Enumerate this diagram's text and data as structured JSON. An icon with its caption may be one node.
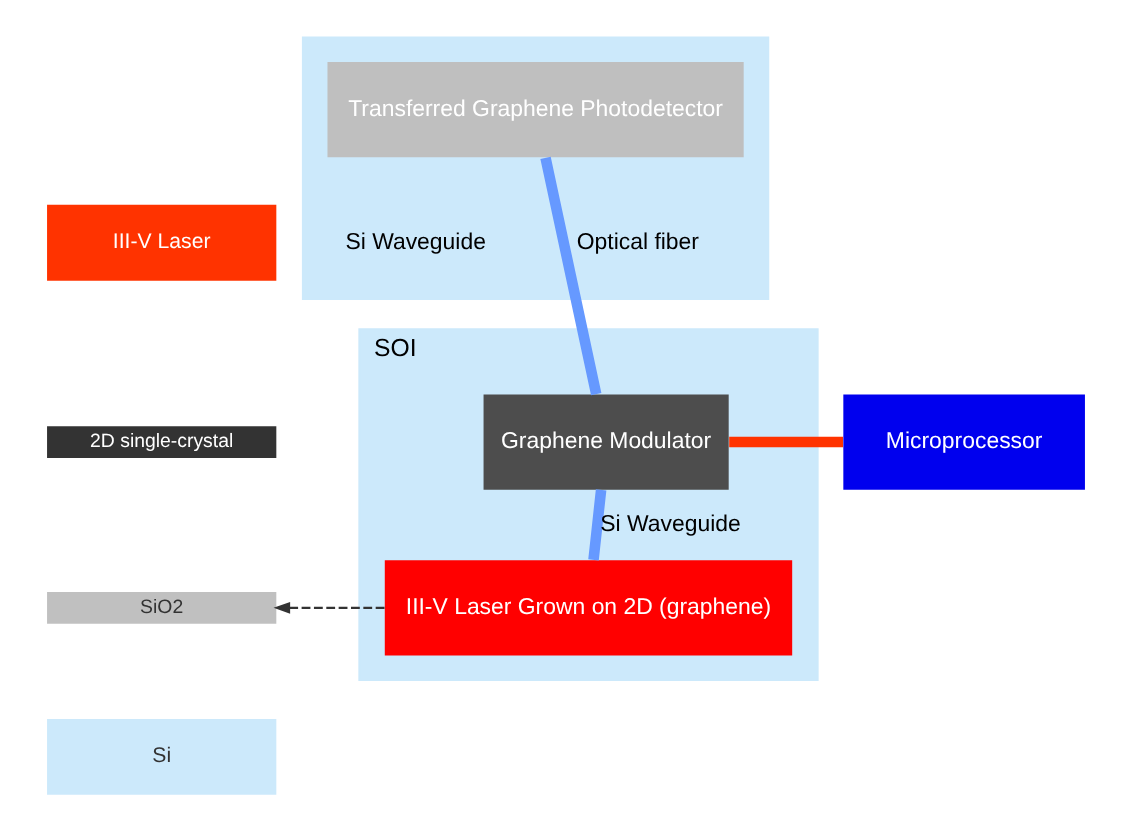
{
  "diagram": {
    "nodes": [
      {
        "text": [],
        "shape": "box"
      },
      {
        "text": [
          "Transferred Graphene Photodetector"
        ],
        "in": 0
      },
      {
        "text": [
          "SOI"
        ]
      },
      {
        "text": [
          "Graphene Modulator"
        ],
        "in": 2
      },
      {
        "text": [
          "III-V Laser Grown on 2D (graphene)"
        ],
        "in": 2
      },
      {
        "text": [
          "Microprocessor"
        ]
      },
      {
        "text": [
          "III-V Laser"
        ]
      },
      {
        "text": [
          "2D single-crystal"
        ]
      },
      {
        "text": [
          "SiO2"
        ]
      },
      {
        "text": [
          "Si"
        ]
      }
    ],
    "edges": [
      {
        "from": 1,
        "to": 3,
        "arrow": "none",
        "label": "Optical fiber"
      },
      {
        "from": 3,
        "to": 4,
        "arrow": "none",
        "label": "Si Waveguide"
      },
      {
        "from": 3,
        "to": 5,
        "arrow": "none",
        "color": "#ff3300"
      },
      {
        "from": 4,
        "to": 8,
        "arrow": "to",
        "style": "dashed",
        "color": "#333333"
      }
    ],
    "labels": [
      "Si Waveguide"
    ]
  }
}
